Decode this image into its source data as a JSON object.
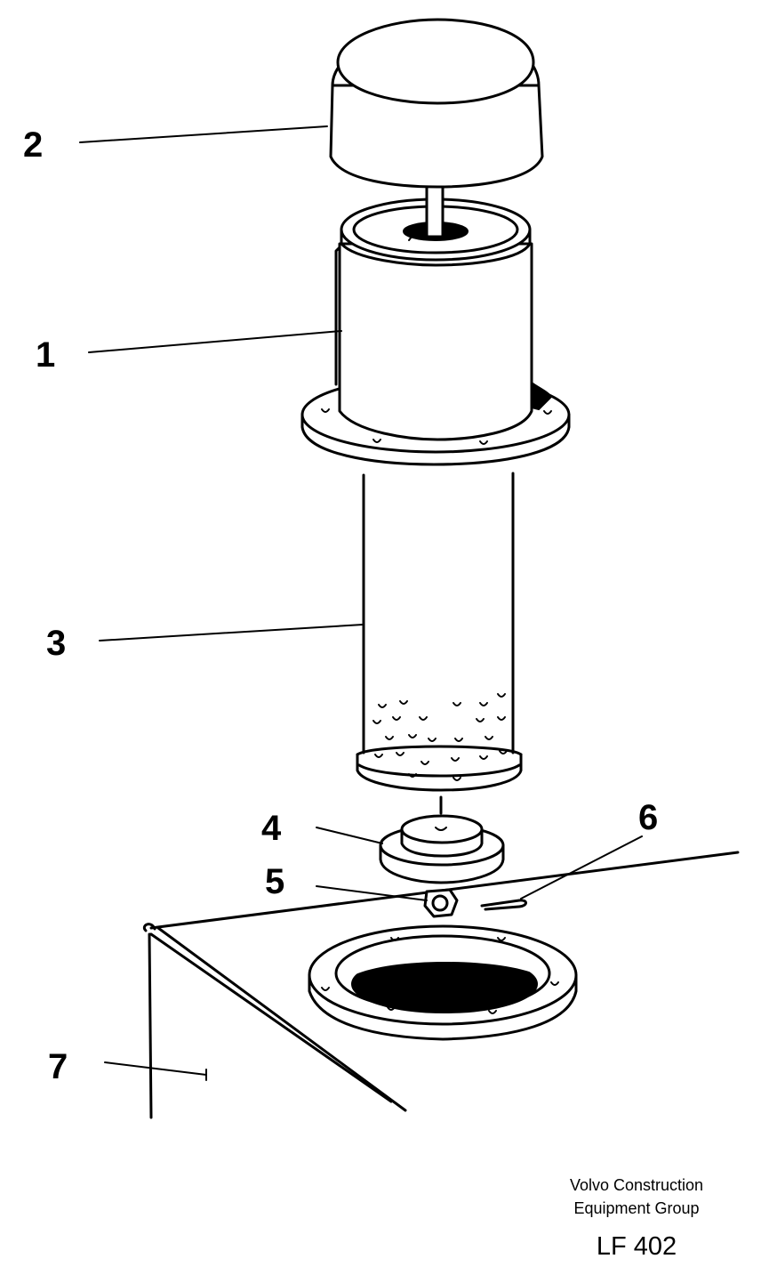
{
  "callouts": {
    "c1": "1",
    "c2": "2",
    "c3": "3",
    "c4": "4",
    "c5": "5",
    "c6": "6",
    "c7": "7"
  },
  "footer": {
    "company_line1": "Volvo Construction",
    "company_line2": "Equipment Group",
    "drawing_code": "LF 402"
  }
}
